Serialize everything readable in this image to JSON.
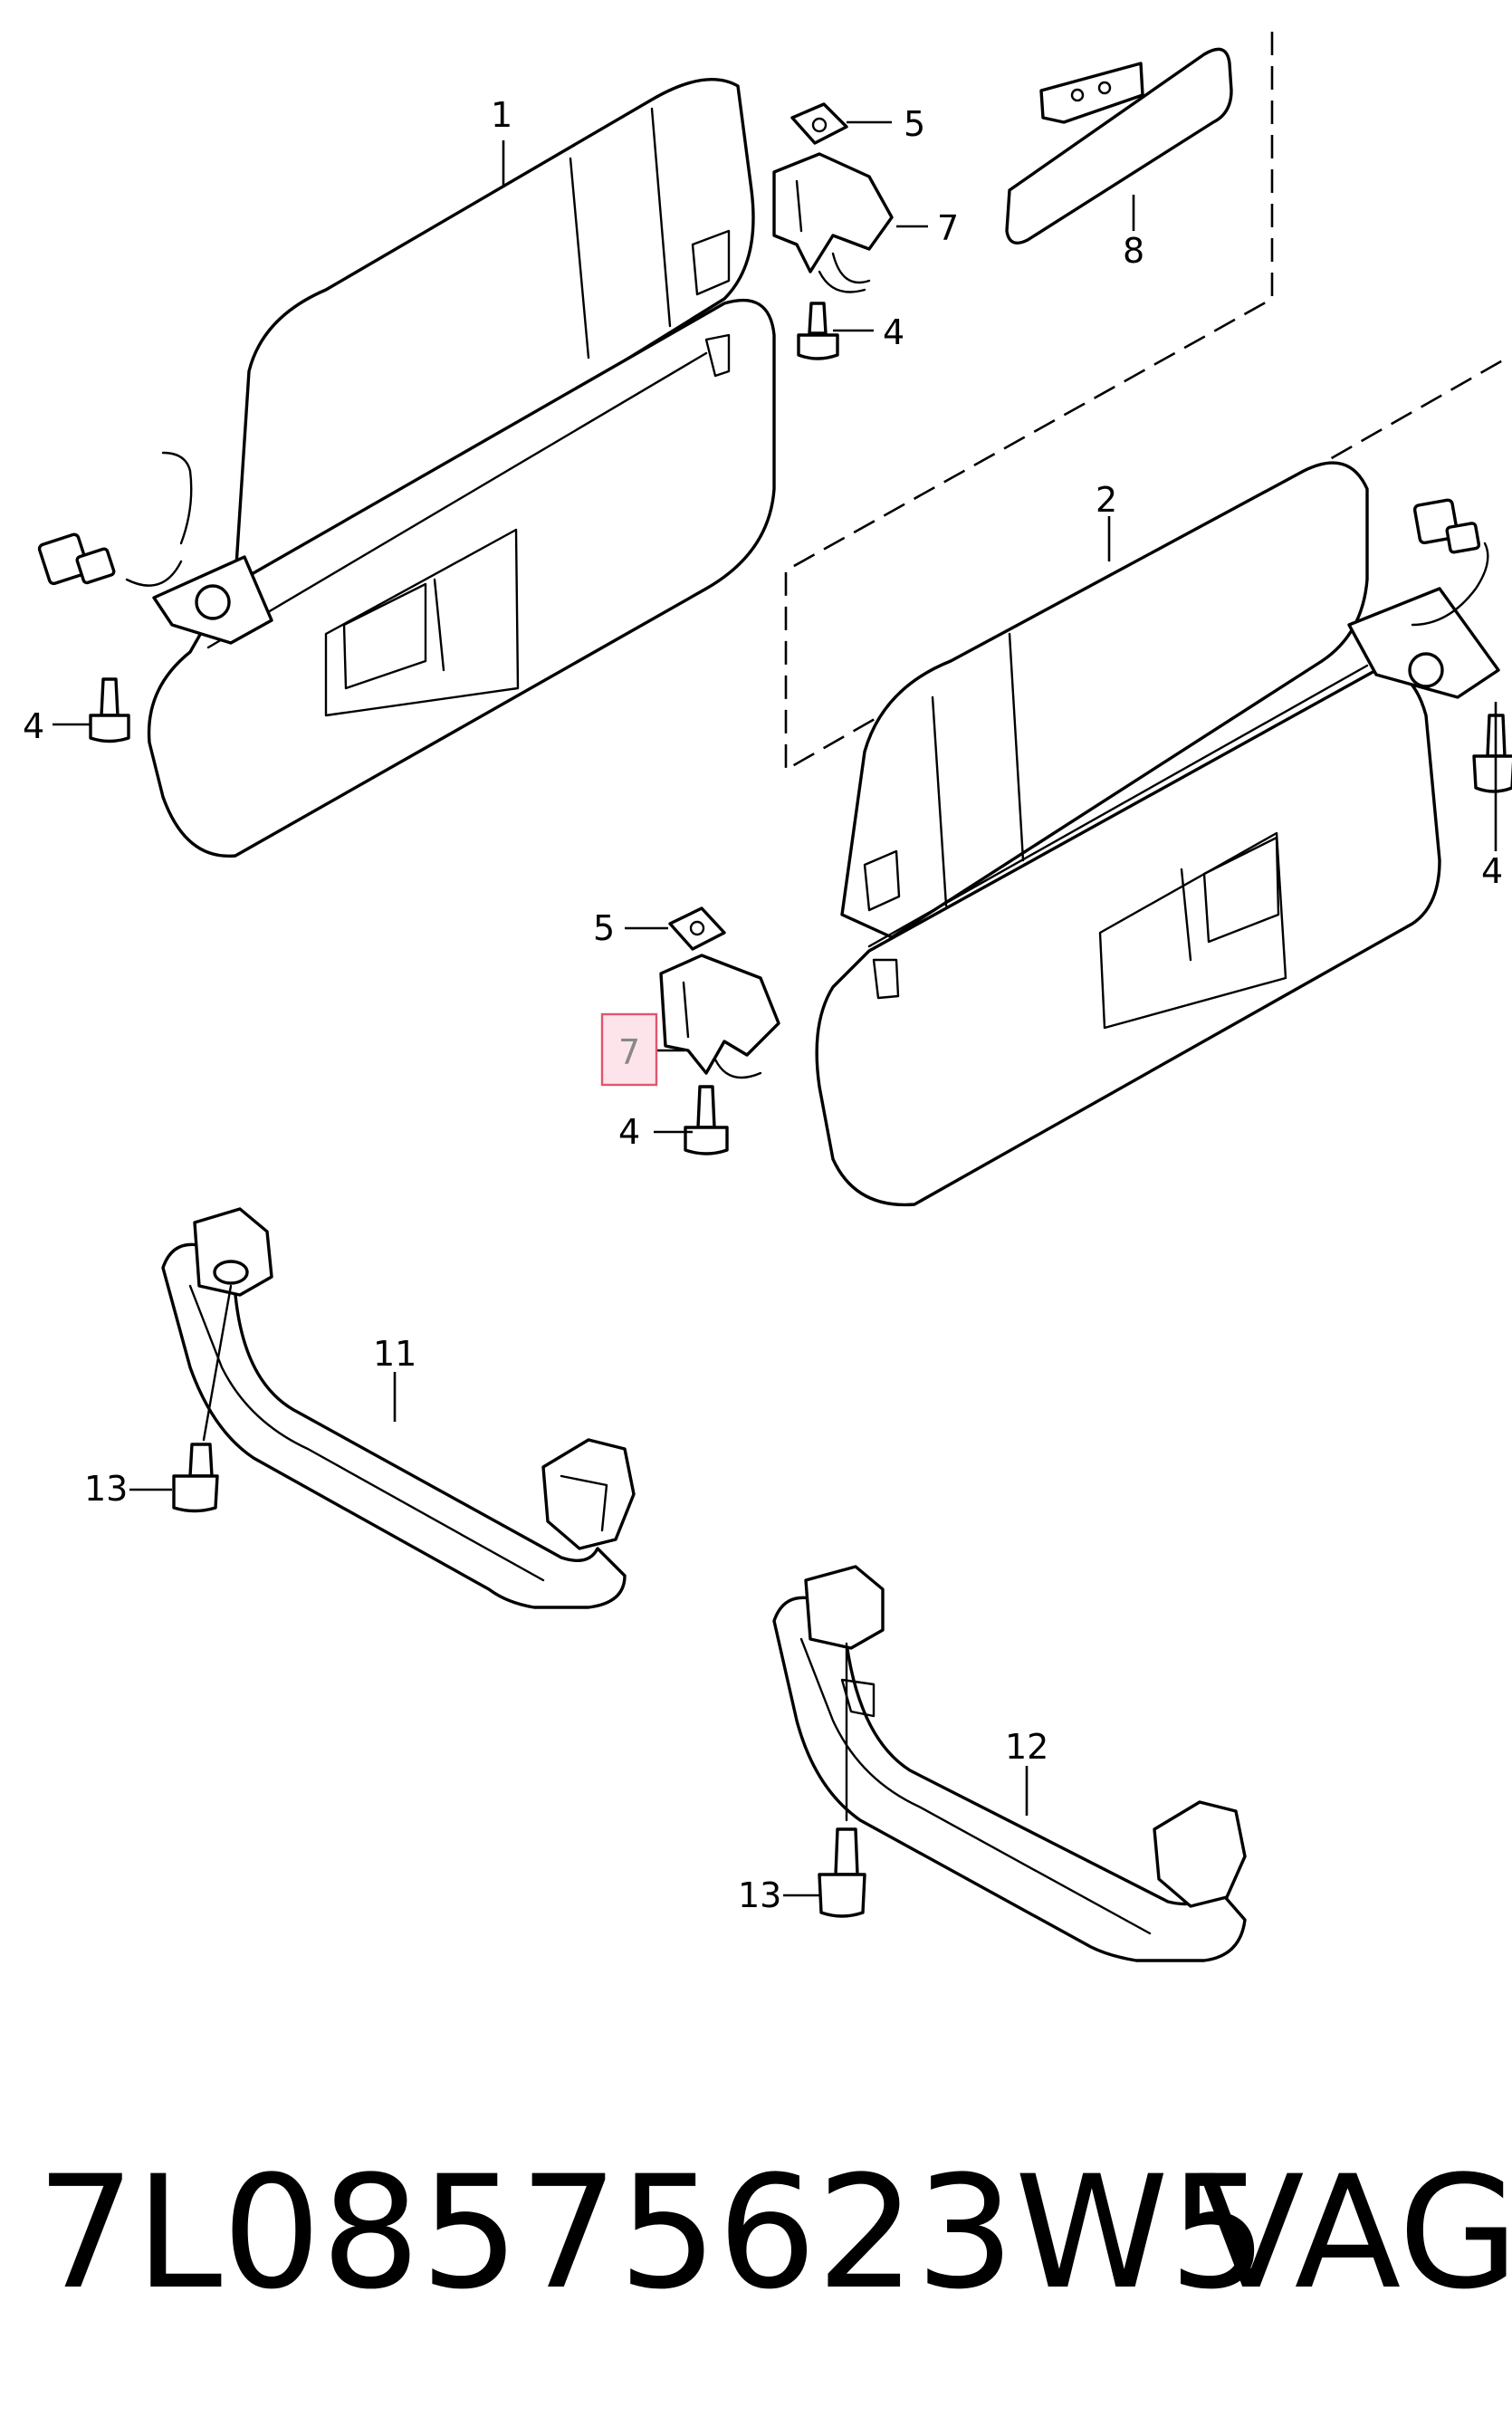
{
  "callouts": {
    "c1": "1",
    "c2": "2",
    "c4a": "4",
    "c4b": "4",
    "c4c": "4",
    "c4d": "4",
    "c5a": "5",
    "c5b": "5",
    "c7a": "7",
    "c7b": "7",
    "c8": "8",
    "c11": "11",
    "c12": "12",
    "c13a": "13",
    "c13b": "13"
  },
  "footer": {
    "part_number": "7L08575623W5",
    "brand": "VAG"
  },
  "colors": {
    "highlight_fill": "#fde4ea",
    "highlight_stroke": "#e0566e"
  }
}
